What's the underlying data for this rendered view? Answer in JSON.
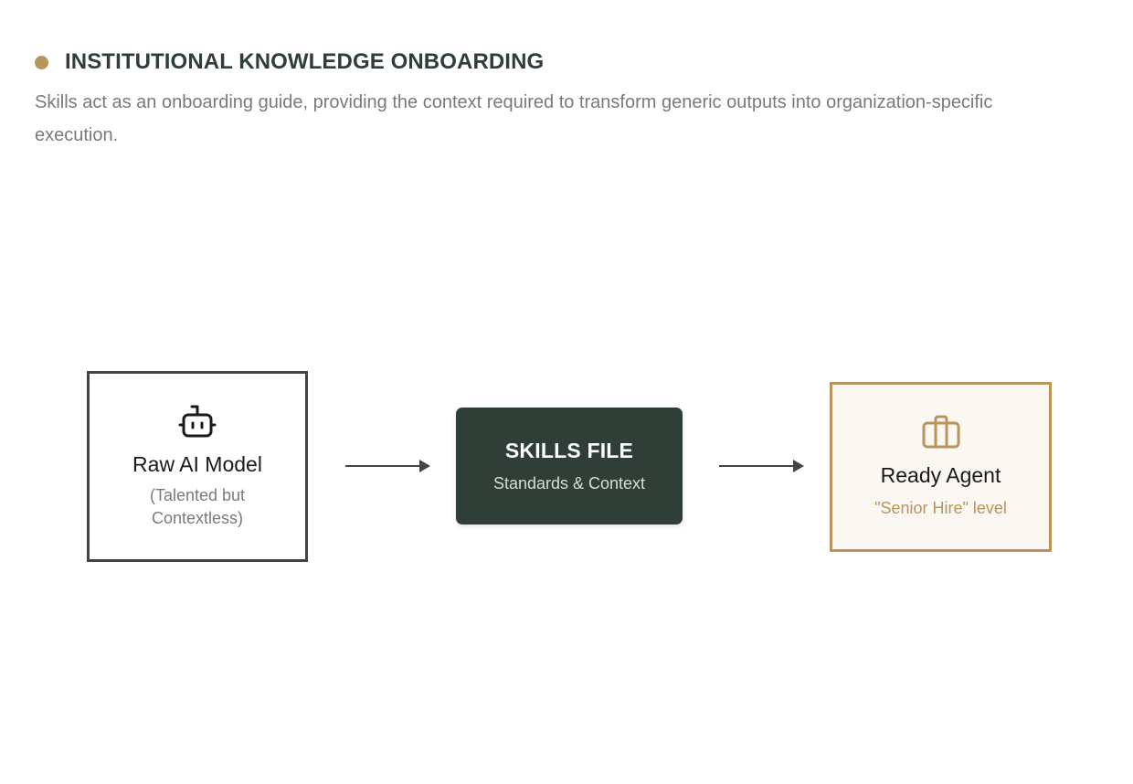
{
  "header": {
    "title": "INSTITUTIONAL KNOWLEDGE ONBOARDING",
    "description": "Skills act as an onboarding guide, providing the context required to transform generic outputs into organization-specific execution.",
    "accent_color": "#b8955a"
  },
  "diagram": {
    "nodes": [
      {
        "id": "raw",
        "icon": "robot-icon",
        "title": "Raw AI Model",
        "subtitle": "(Talented but Contextless)",
        "border_color": "#444444"
      },
      {
        "id": "skills",
        "title": "SKILLS FILE",
        "subtitle": "Standards & Context",
        "background_color": "#2f3e36"
      },
      {
        "id": "ready",
        "icon": "briefcase-icon",
        "title": "Ready Agent",
        "subtitle": "\"Senior Hire\" level",
        "border_color": "#b8955a",
        "background_color": "#fbf8f3"
      }
    ],
    "edges": [
      {
        "from": "raw",
        "to": "skills"
      },
      {
        "from": "skills",
        "to": "ready"
      }
    ]
  }
}
